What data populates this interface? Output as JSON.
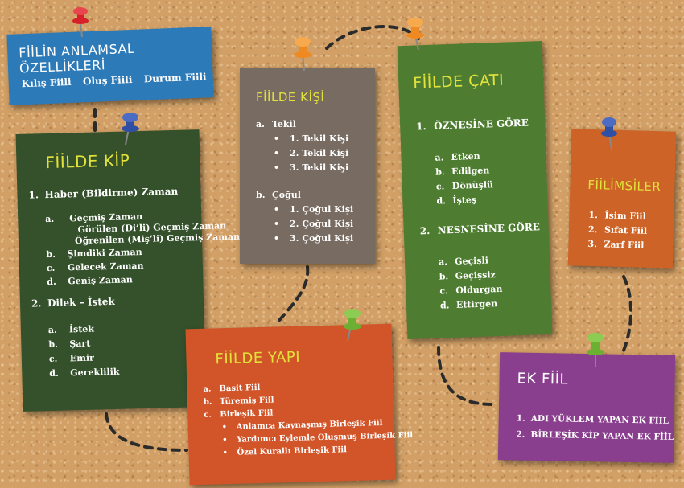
{
  "cards": {
    "anlamsal": {
      "title": "FİİLİN ANLAMSAL ÖZELLİKLERİ",
      "items": [
        "Kılış Fiili",
        "Oluş Fiili",
        "Durum Fiili"
      ],
      "color": "#2d7ab8"
    },
    "kip": {
      "title": "FİİLDE KİP",
      "color": "#34512b",
      "title_color": "#e3e23a",
      "s1": {
        "num": "1.",
        "label": "Haber (Bildirme) Zaman"
      },
      "s1_a": {
        "mark": "a.",
        "label": "Geçmiş Zaman"
      },
      "s1_a_sub1": "Görülen (Di’li) Geçmiş Zaman",
      "s1_a_sub2": "Öğrenilen (Miş’li) Geçmiş Zaman",
      "s1_b": {
        "mark": "b.",
        "label": "Şimdiki Zaman"
      },
      "s1_c": {
        "mark": "c.",
        "label": "Gelecek Zaman"
      },
      "s1_d": {
        "mark": "d.",
        "label": "Geniş Zaman"
      },
      "s2": {
        "num": "2.",
        "label": "Dilek – İstek"
      },
      "s2_items": [
        {
          "mark": "a.",
          "label": "İstek"
        },
        {
          "mark": "b.",
          "label": "Şart"
        },
        {
          "mark": "c.",
          "label": "Emir"
        },
        {
          "mark": "d.",
          "label": "Gereklilik"
        }
      ]
    },
    "kisi": {
      "title": "FİİLDE KİŞİ",
      "color": "#786b62",
      "title_color": "#e3e23a",
      "a": {
        "mark": "a.",
        "label": "Tekil"
      },
      "a_items": [
        "1. Tekil Kişi",
        "2. Tekil Kişi",
        "3. Tekil Kişi"
      ],
      "b": {
        "mark": "b.",
        "label": "Çoğul"
      },
      "b_items": [
        "1. Çoğul Kişi",
        "2. Çoğul Kişi",
        "3. Çoğul Kişi"
      ],
      "bullet": "•"
    },
    "cati": {
      "title": "FİİLDE ÇATI",
      "color": "#4e7d32",
      "title_color": "#e3e23a",
      "s1": {
        "num": "1.",
        "label": "ÖZNESİNE GÖRE"
      },
      "s1_items": [
        {
          "mark": "a.",
          "label": "Etken"
        },
        {
          "mark": "b.",
          "label": "Edilgen"
        },
        {
          "mark": "c.",
          "label": "Dönüşlü"
        },
        {
          "mark": "d.",
          "label": "İşteş"
        }
      ],
      "s2": {
        "num": "2.",
        "label": "NESNESİNE GÖRE"
      },
      "s2_items": [
        {
          "mark": "a.",
          "label": "Geçişli"
        },
        {
          "mark": "b.",
          "label": "Geçişsiz"
        },
        {
          "mark": "c.",
          "label": "Oldurgan"
        },
        {
          "mark": "d.",
          "label": "Ettirgen"
        }
      ]
    },
    "fiilimsiler": {
      "title": "FİİLİMSİLER",
      "color": "#cd6326",
      "title_color": "#e3e23a",
      "items": [
        {
          "num": "1.",
          "label": "İsim Fiil"
        },
        {
          "num": "2.",
          "label": "Sıfat Fiil"
        },
        {
          "num": "3.",
          "label": "Zarf Fiil"
        }
      ]
    },
    "yapi": {
      "title": "FİİLDE YAPI",
      "color": "#d2552a",
      "title_color": "#e3e23a",
      "items": [
        {
          "mark": "a.",
          "label": "Basit Fiil"
        },
        {
          "mark": "b.",
          "label": "Türemiş Fiil"
        },
        {
          "mark": "c.",
          "label": "Birleşik Fiil"
        }
      ],
      "sub": [
        "Anlamca Kaynaşmış Birleşik Fiil",
        "Yardımcı Eylemle Oluşmuş Birleşik Fiil",
        "Özel Kurallı Birleşik Fiil"
      ],
      "bullet": "•"
    },
    "ek": {
      "title": "EK FİİL",
      "color": "#8a3f8e",
      "items": [
        {
          "num": "1.",
          "label": "ADI YÜKLEM YAPAN EK FİİL"
        },
        {
          "num": "2.",
          "label": "BİRLEŞİK KİP YAPAN EK FİİL"
        }
      ]
    }
  },
  "pins": {
    "red": "#d8202a",
    "blue": "#2e4fa3",
    "orange": "#ef8a22",
    "green": "#6cb033"
  },
  "icons": [
    "pushpin-icon"
  ]
}
